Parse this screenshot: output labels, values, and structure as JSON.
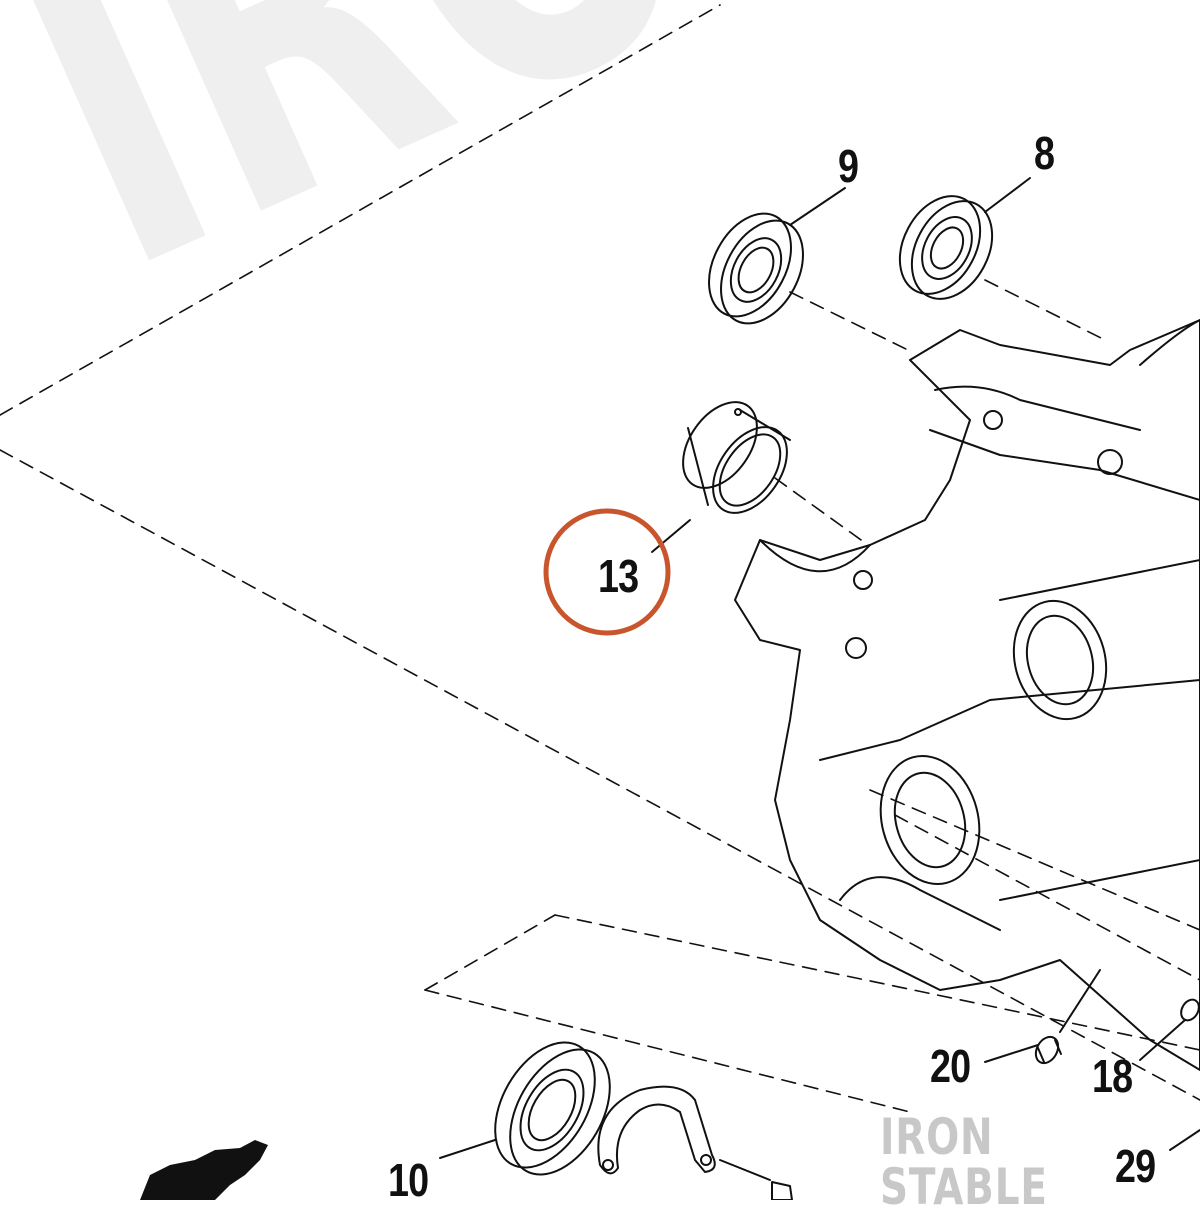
{
  "diagram": {
    "highlight_color": "#c8552b",
    "line_color": "#111111",
    "watermark": "IRON STABLE",
    "background_mark": "IRON",
    "callouts": [
      {
        "id": "13",
        "label": "13",
        "highlighted": true
      },
      {
        "id": "9",
        "label": "9",
        "highlighted": false
      },
      {
        "id": "8",
        "label": "8",
        "highlighted": false
      },
      {
        "id": "20",
        "label": "20",
        "highlighted": false
      },
      {
        "id": "18",
        "label": "18",
        "highlighted": false
      },
      {
        "id": "10",
        "label": "10",
        "highlighted": false
      },
      {
        "id": "29",
        "label": "29",
        "highlighted": false
      }
    ]
  }
}
